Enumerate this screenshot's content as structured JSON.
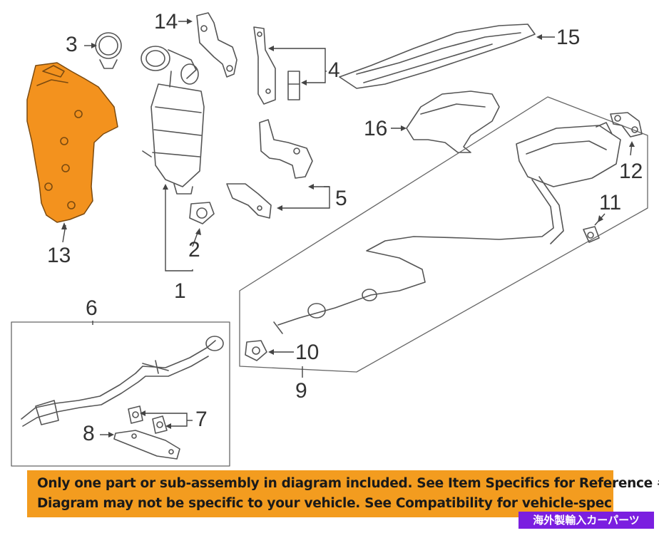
{
  "callouts": {
    "c1": "1",
    "c2": "2",
    "c3": "3",
    "c4": "4",
    "c5": "5",
    "c6": "6",
    "c7": "7",
    "c8": "8",
    "c9": "9",
    "c10": "10",
    "c11": "11",
    "c12": "12",
    "c13": "13",
    "c14": "14",
    "c15": "15",
    "c16": "16"
  },
  "disclaimer": {
    "line1": "Only one part or sub-assembly in diagram included. See Item Specifics for Reference #.",
    "line2": "Diagram may not be specific to your vehicle. See Compatibility for vehicle-spec"
  },
  "badge": "海外製輸入カーパーツ",
  "colors": {
    "highlight_part": "#f3921e",
    "disclaimer_bg": "#f39c1f",
    "badge_bg": "#7b1fe0",
    "line_art": "#555555"
  }
}
